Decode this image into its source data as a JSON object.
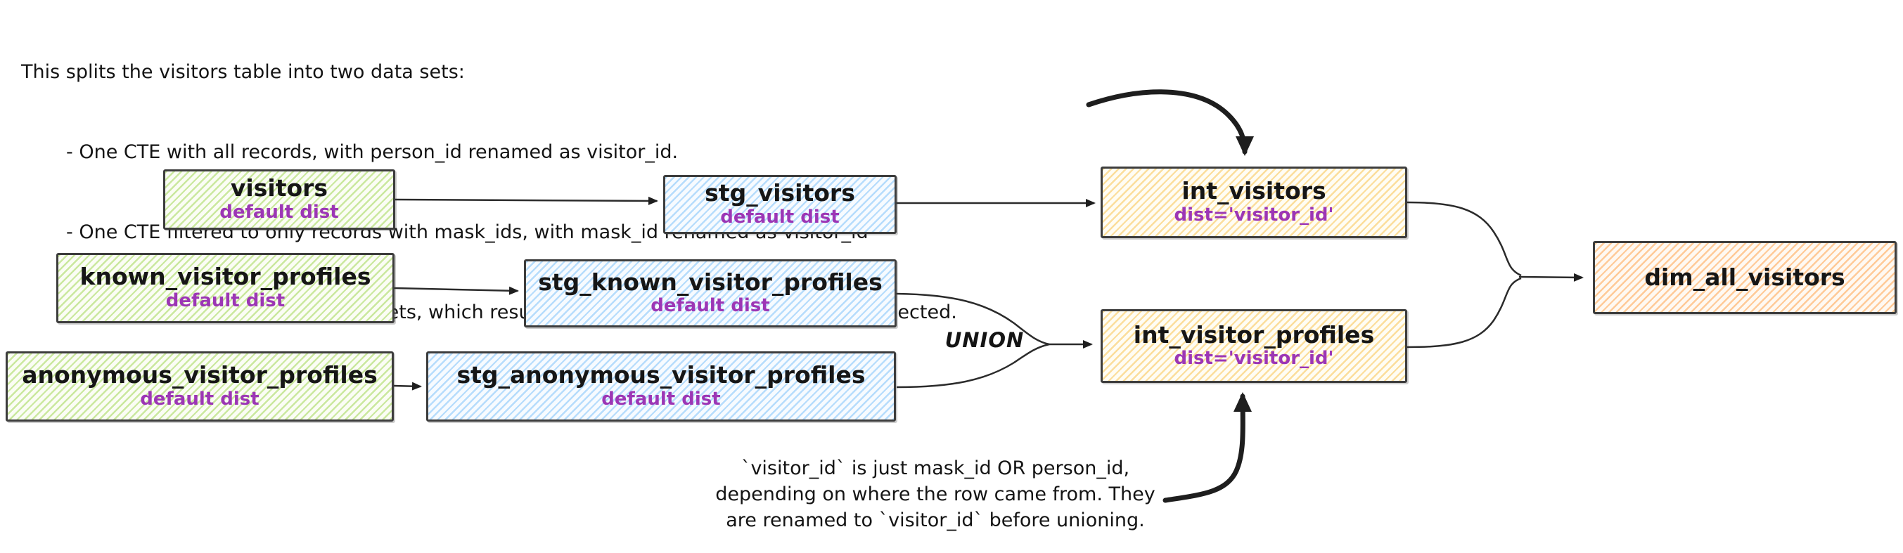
{
  "annotations": {
    "top": {
      "intro": "This splits the visitors table into two data sets:",
      "bullets": [
        "- One CTE with all records, with person_id renamed as visitor_id.",
        "- One CTE filtered to only records with mask_ids, with mask_id renamed as visitor_id",
        "- One CTE to union the two data sets, which results in a grain of one row per profile collected."
      ]
    },
    "bottom": {
      "lines": [
        "`visitor_id` is just mask_id OR person_id,",
        "depending on where the row came from. They",
        "are renamed to `visitor_id` before unioning."
      ]
    },
    "union_label": "UNION"
  },
  "nodes": [
    {
      "id": "visitors",
      "label": "visitors",
      "sublabel": "default dist",
      "color": "green"
    },
    {
      "id": "known_visitor_profiles",
      "label": "known_visitor_profiles",
      "sublabel": "default dist",
      "color": "green"
    },
    {
      "id": "anonymous_visitor_profiles",
      "label": "anonymous_visitor_profiles",
      "sublabel": "default dist",
      "color": "green"
    },
    {
      "id": "stg_visitors",
      "label": "stg_visitors",
      "sublabel": "default dist",
      "color": "blue"
    },
    {
      "id": "stg_known_visitor_profiles",
      "label": "stg_known_visitor_profiles",
      "sublabel": "default dist",
      "color": "blue"
    },
    {
      "id": "stg_anonymous_visitor_profiles",
      "label": "stg_anonymous_visitor_profiles",
      "sublabel": "default dist",
      "color": "blue"
    },
    {
      "id": "int_visitors",
      "label": "int_visitors",
      "sublabel": "dist='visitor_id'",
      "color": "yellow"
    },
    {
      "id": "int_visitor_profiles",
      "label": "int_visitor_profiles",
      "sublabel": "dist='visitor_id'",
      "color": "yellow"
    },
    {
      "id": "dim_all_visitors",
      "label": "dim_all_visitors",
      "sublabel": "",
      "color": "orange"
    }
  ],
  "edges": [
    {
      "from": "visitors",
      "to": "stg_visitors"
    },
    {
      "from": "known_visitor_profiles",
      "to": "stg_known_visitor_profiles"
    },
    {
      "from": "anonymous_visitor_profiles",
      "to": "stg_anonymous_visitor_profiles"
    },
    {
      "from": "stg_visitors",
      "to": "int_visitors"
    },
    {
      "from": "stg_known_visitor_profiles",
      "to": "int_visitor_profiles",
      "label": "UNION"
    },
    {
      "from": "stg_anonymous_visitor_profiles",
      "to": "int_visitor_profiles",
      "label": "UNION"
    },
    {
      "from": "int_visitors",
      "to": "dim_all_visitors"
    },
    {
      "from": "int_visitor_profiles",
      "to": "dim_all_visitors"
    },
    {
      "from": "top-annotation",
      "to": "int_visitors",
      "style": "thick"
    },
    {
      "from": "bottom-annotation",
      "to": "int_visitor_profiles",
      "style": "thick"
    }
  ],
  "colors": {
    "green_accent": "#82c91e",
    "blue_accent": "#4dabf7",
    "yellow_accent": "#f7b731",
    "orange_accent": "#ff922b",
    "purple_text": "#9c36b5",
    "ink": "#1e1e1e"
  }
}
